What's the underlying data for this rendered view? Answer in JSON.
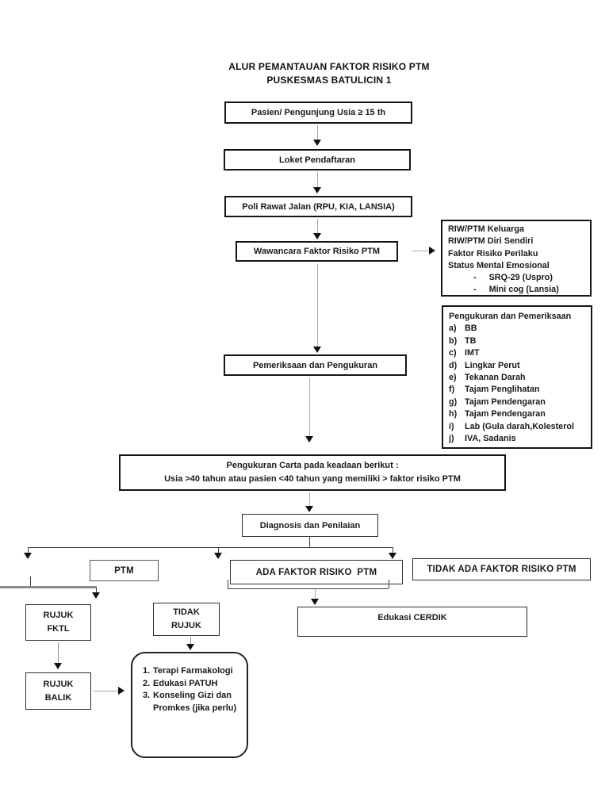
{
  "title": {
    "line1": "ALUR PEMANTAUAN FAKTOR RISIKO PTM",
    "line2": "PUSKESMAS BATULICIN 1"
  },
  "flow": {
    "pasien": "Pasien/ Pengunjung Usia ≥ 15 th",
    "loket": "Loket Pendaftaran",
    "poli": "Poli Rawat Jalan (RPU, KIA, LANSIA)",
    "wawancara": "Wawancara Faktor Risiko PTM",
    "pemeriksaan": "Pemeriksaan dan Pengukuran",
    "carta_line1": "Pengukuran Carta pada keadaan berikut :",
    "carta_line2": "Usia >40 tahun atau pasien <40 tahun yang memiliki > faktor risiko PTM",
    "diagnosis": "Diagnosis dan Penilaian",
    "ptm": "PTM",
    "ada_faktor": "ADA FAKTOR RISIKO  PTM",
    "tidak_ada_faktor": "TIDAK ADA FAKTOR RISIKO PTM",
    "edukasi_cerdik": "Edukasi CERDIK"
  },
  "rujuk_fktl": {
    "line1": "RUJUK",
    "line2": "FKTL"
  },
  "tidak_rujuk": {
    "line1": "TIDAK",
    "line2": "RUJUK"
  },
  "rujuk_balik": {
    "line1": "RUJUK",
    "line2": "BALIK"
  },
  "riw_box": {
    "line1": "RIW/PTM Keluarga",
    "line2": "RIW/PTM Diri Sendiri",
    "line3": "Faktor Risiko Perilaku",
    "line4": "Status Mental Emosional",
    "dash": "-",
    "item1": "SRQ-29 (Uspro)",
    "item2": "Mini cog (Lansia)"
  },
  "pengukuran_box": {
    "title": "Pengukuran dan Pemeriksaan",
    "items": [
      {
        "k": "a)",
        "t": "BB"
      },
      {
        "k": "b)",
        "t": "TB"
      },
      {
        "k": "c)",
        "t": "IMT"
      },
      {
        "k": "d)",
        "t": "Lingkar Perut"
      },
      {
        "k": "e)",
        "t": "Tekanan Darah"
      },
      {
        "k": "f)",
        "t": "Tajam Penglihatan"
      },
      {
        "k": "g)",
        "t": "Tajam Pendengaran"
      },
      {
        "k": "h)",
        "t": "Tajam Pendengaran"
      },
      {
        "k": "i)",
        "t": "Lab (Gula darah,Kolesterol"
      },
      {
        "k": "j)",
        "t": "IVA, Sadanis"
      }
    ]
  },
  "terapi_box": {
    "items": [
      {
        "n": "1.",
        "t": "Terapi Farmakologi"
      },
      {
        "n": "2.",
        "t": "Edukasi PATUH"
      },
      {
        "n": "3.",
        "t": "Konseling Gizi dan Promkes (jika perlu)"
      }
    ]
  }
}
